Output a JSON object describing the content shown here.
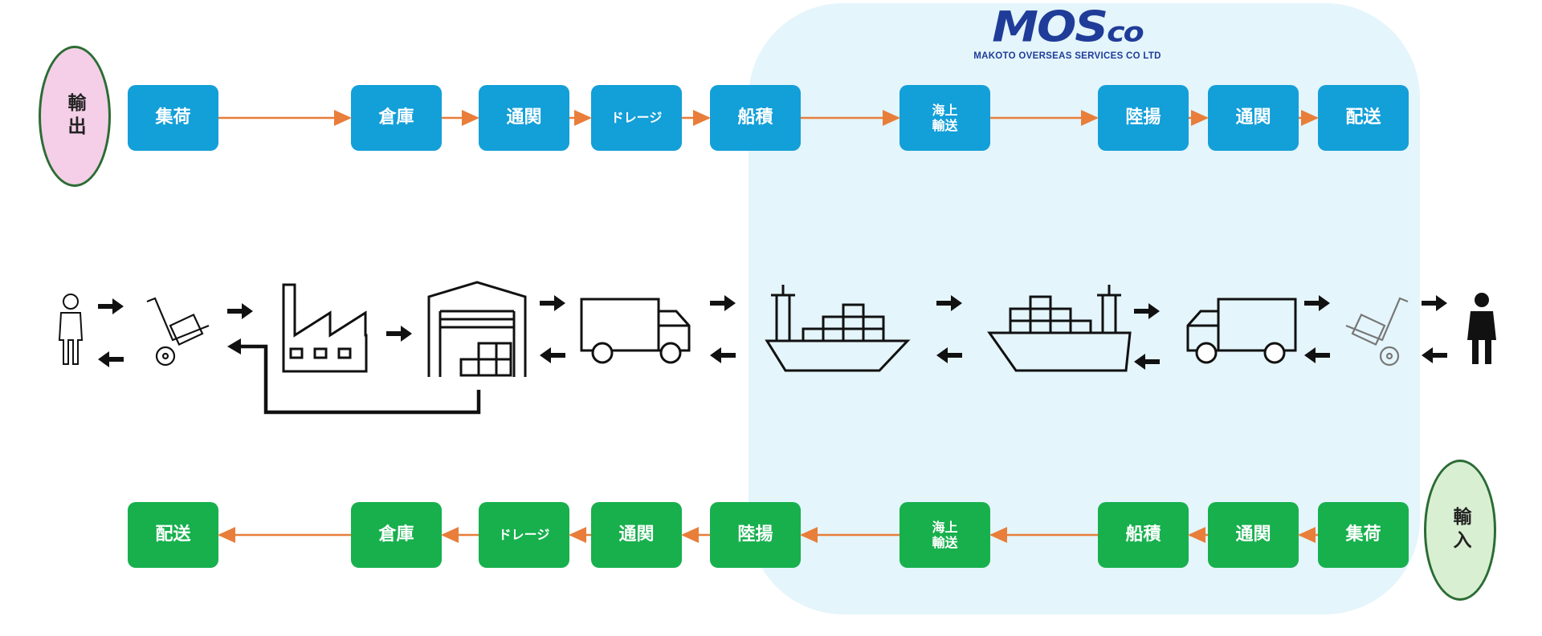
{
  "logo": {
    "main": "MOS",
    "main_suffix": "co",
    "sub": "MAKOTO OVERSEAS SERVICES CO LTD"
  },
  "export_flow": {
    "label": "輸出",
    "steps": [
      "集荷",
      "倉庫",
      "通関",
      "ドレージ",
      "船積",
      "海上\n輸送",
      "陸揚",
      "通関",
      "配送"
    ]
  },
  "import_flow": {
    "label": "輸入",
    "steps": [
      "集荷",
      "通関",
      "船積",
      "海上\n輸送",
      "陸揚",
      "通関",
      "ドレージ",
      "倉庫",
      "配送"
    ]
  },
  "icons": [
    "person-outline-icon",
    "hand-truck-icon",
    "factory-icon",
    "warehouse-icon",
    "truck-icon",
    "cargo-ship-icon",
    "cargo-ship-icon",
    "truck-icon",
    "hand-truck-icon",
    "person-solid-icon"
  ],
  "colors": {
    "export_box": "#139fd8",
    "import_box": "#17b04d",
    "flow_arrow": "#e87e3a",
    "ocean_zone": "#e4f5fb",
    "logo": "#1f3c99",
    "export_oval": "#f4cfe7",
    "import_oval": "#d9efd2"
  }
}
